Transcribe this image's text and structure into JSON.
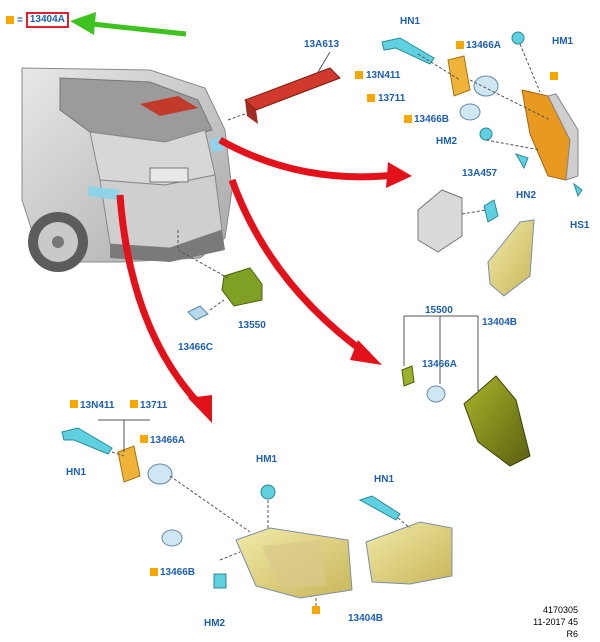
{
  "legend": {
    "equals": "=",
    "part": "13404A"
  },
  "labels": {
    "hn1_top": "HN1",
    "hm1_top": "HM1",
    "p13a613": "13A613",
    "p13466a_top": "13466A",
    "p13n411_top": "13N411",
    "p13711_top": "13711",
    "p13466b_top": "13466B",
    "hm2_top": "HM2",
    "p13a457": "13A457",
    "hn2": "HN2",
    "hs1": "HS1",
    "p13404b_top": "13404B",
    "p13550": "13550",
    "p13466c": "13466C",
    "p15500": "15500",
    "p13466a_mid": "13466A",
    "p13n411_bot": "13N411",
    "p13711_bot": "13711",
    "p13466a_bot": "13466A",
    "hn1_bot": "HN1",
    "hm1_bot": "HM1",
    "p13466b_bot": "13466B",
    "hn1_bot2": "HN1",
    "hm2_bot": "HM2",
    "p13404b_bot": "13404B"
  },
  "footer": {
    "line1": "4170305",
    "line2": "11-2017 45",
    "line3": "R6"
  },
  "colors": {
    "label": "#1d5fb4",
    "marker": "#f6a800",
    "arrow_red": "#e3121a",
    "arrow_green": "#3ec21f"
  }
}
